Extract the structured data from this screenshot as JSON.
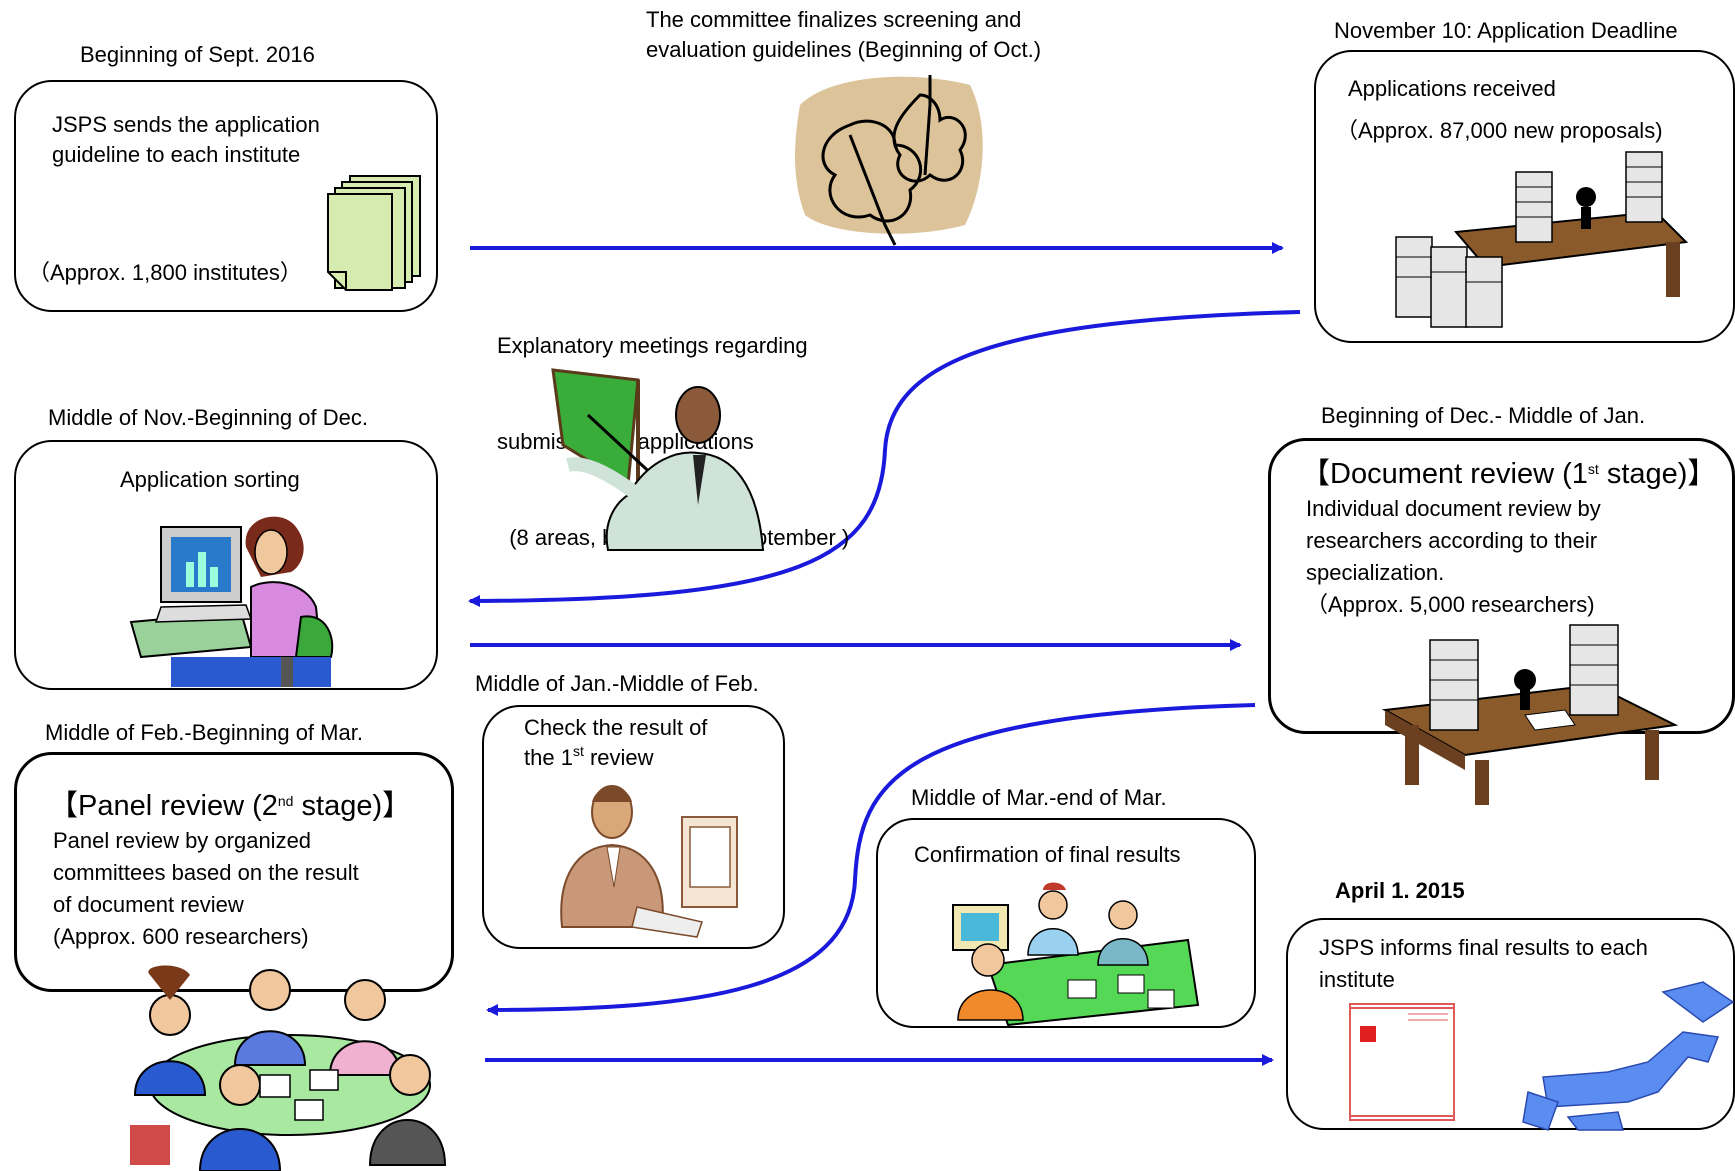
{
  "colors": {
    "arrow": "#1a1adc",
    "doc_green": "#d5ebb0",
    "paper_gray": "#e6e6e6",
    "desk_brown": "#8b5a2b",
    "japan_blue": "#5b8df0",
    "leaf_tan": "#dcc39a",
    "board_green": "#3aac3a"
  },
  "top_center": {
    "title": [
      "The committee finalizes screening and",
      "evaluation guidelines (Beginning of Oct.)"
    ]
  },
  "explain": {
    "lines": [
      "Explanatory meetings regarding",
      "submission of applications",
      "  (8 areas, beginning of September )"
    ]
  },
  "step1": {
    "caption": "Beginning of Sept. 2016",
    "lines": [
      "JSPS sends the application",
      "guideline to each institute"
    ],
    "note": "（Approx. 1,800 institutes）"
  },
  "step2": {
    "caption": "November 10: Application Deadline",
    "title": "Applications received",
    "note": "（Approx. 87,000 new proposals)"
  },
  "step3": {
    "caption": "Middle of Nov.-Beginning of Dec.",
    "title": "Application sorting"
  },
  "step4": {
    "caption": "Beginning of Dec.- Middle of Jan.",
    "title_pre": "【Document review (1",
    "title_sup": "st",
    "title_post": " stage)】",
    "lines": [
      "Individual document review by",
      "researchers according to  their",
      "specialization.",
      "（Approx. 5,000 researchers)"
    ]
  },
  "step5": {
    "caption": "Middle of Jan.-Middle of Feb.",
    "line1": "Check the result of",
    "line2_pre": "the 1",
    "line2_sup": "st",
    "line2_post": " review"
  },
  "step6": {
    "caption": "Middle of Feb.-Beginning of Mar.",
    "title_pre": "【Panel review  (2",
    "title_sup": "nd",
    "title_post": " stage)】",
    "lines": [
      "Panel review by organized",
      "committees based on the result",
      "of document review",
      "(Approx. 600 researchers)"
    ]
  },
  "step7": {
    "caption": "Middle of Mar.-end of Mar.",
    "title": "Confirmation  of final results"
  },
  "step8": {
    "caption": "April 1. 2015",
    "lines": [
      "JSPS informs final results to each",
      "institute"
    ]
  },
  "icons": [
    "documents-icon",
    "leaves-icon",
    "paper-stacks-desk-icon",
    "teacher-pointer-icon",
    "computer-worker-icon",
    "reviewer-desk-icon",
    "man-at-computer-icon",
    "meeting-table-icon",
    "office-team-icon",
    "letter-icon",
    "japan-map-icon"
  ]
}
